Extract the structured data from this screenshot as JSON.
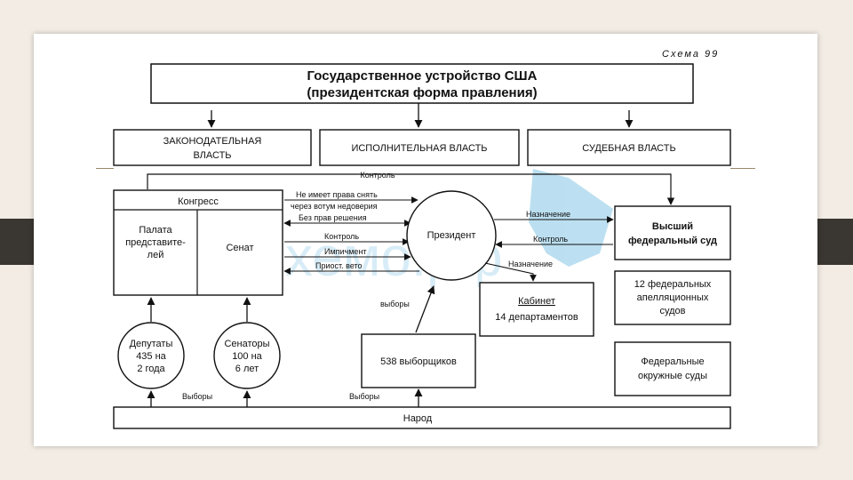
{
  "scheme_label": "Схема 99",
  "title": {
    "line1": "Государственное устройство США",
    "line2": "(президентская форма правления)"
  },
  "branches": {
    "legislative": [
      "ЗАКОНОДАТЕЛЬНАЯ",
      "ВЛАСТЬ"
    ],
    "executive": "ИСПОЛНИТЕЛЬНАЯ ВЛАСТЬ",
    "judicial": "СУДЕБНАЯ ВЛАСТЬ"
  },
  "congress": {
    "title": "Конгресс",
    "house": [
      "Палата",
      "представите-",
      "лей"
    ],
    "senate": "Сенат"
  },
  "president": "Президент",
  "arrow_labels": {
    "control_top": "Контроль",
    "no_dismiss": [
      "Не имеет права снять",
      "через вотум недоверия"
    ],
    "no_vote": "Без прав решения",
    "control": "Контроль",
    "impeachment": "Импичмент",
    "veto": "Приост. вето",
    "appointment_court": "Назначение",
    "control_court": "Контроль",
    "appointment_cabinet": "Назначение",
    "elections_president": "выборы",
    "elections_left": "Выборы",
    "elections_mid": "Выборы"
  },
  "cabinet": {
    "line1": "Кабинет",
    "line2": "14 департаментов"
  },
  "electors": "538 выборщиков",
  "deputies": [
    "Депутаты",
    "435 на",
    "2 года"
  ],
  "senators": [
    "Сенаторы",
    "100 на",
    "6 лет"
  ],
  "courts": {
    "supreme": [
      "Высший",
      "федеральный суд"
    ],
    "appeals": [
      "12 федеральных",
      "апелляционных",
      "судов"
    ],
    "district": [
      "Федеральные",
      "окружные суды"
    ]
  },
  "people": "Народ",
  "watermark": "схемо.рф"
}
